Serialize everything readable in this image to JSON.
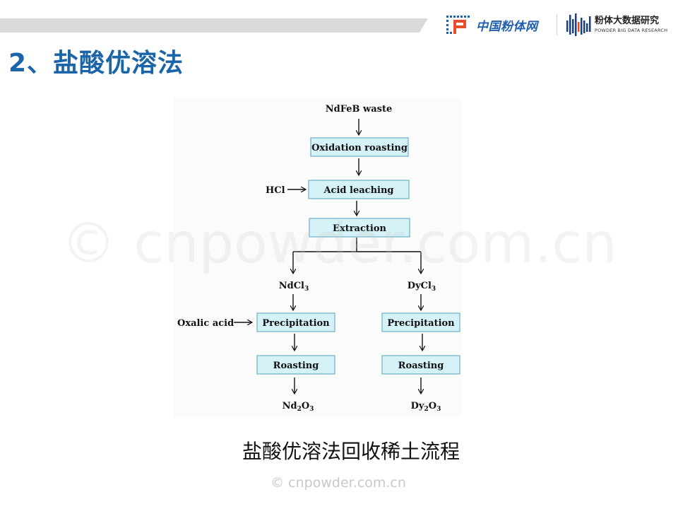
{
  "header": {
    "logo1_text": "中国粉体网",
    "logo2_cn": "粉体大数据研究",
    "logo2_en": "POWDER BIG DATA RESEARCH"
  },
  "title": "2、盐酸优溶法",
  "diagram": {
    "start": "NdFeB waste",
    "oxidation": "Oxidation roasting",
    "hcl": "HCl",
    "acid_leaching": "Acid leaching",
    "extraction": "Extraction",
    "ndcl3": {
      "base": "NdCl",
      "sub": "3"
    },
    "dycl3": {
      "base": "DyCl",
      "sub": "3"
    },
    "oxalic": "Oxalic acid",
    "precip_left": "Precipitation",
    "precip_right": "Precipitation",
    "roast_left": "Roasting",
    "roast_right": "Roasting",
    "nd2o3": {
      "a": "Nd",
      "b": "2",
      "c": "O",
      "d": "3"
    },
    "dy2o3": {
      "a": "Dy",
      "b": "2",
      "c": "O",
      "d": "3"
    }
  },
  "watermark": "© cnpowder.com.cn",
  "caption": "盐酸优溶法回收稀土流程",
  "footer_watermark": "© cnpowder.com.cn",
  "colors": {
    "title": "#1a64a8",
    "box_fill": "#d4f2f8",
    "box_stroke": "#6fb0c4"
  }
}
